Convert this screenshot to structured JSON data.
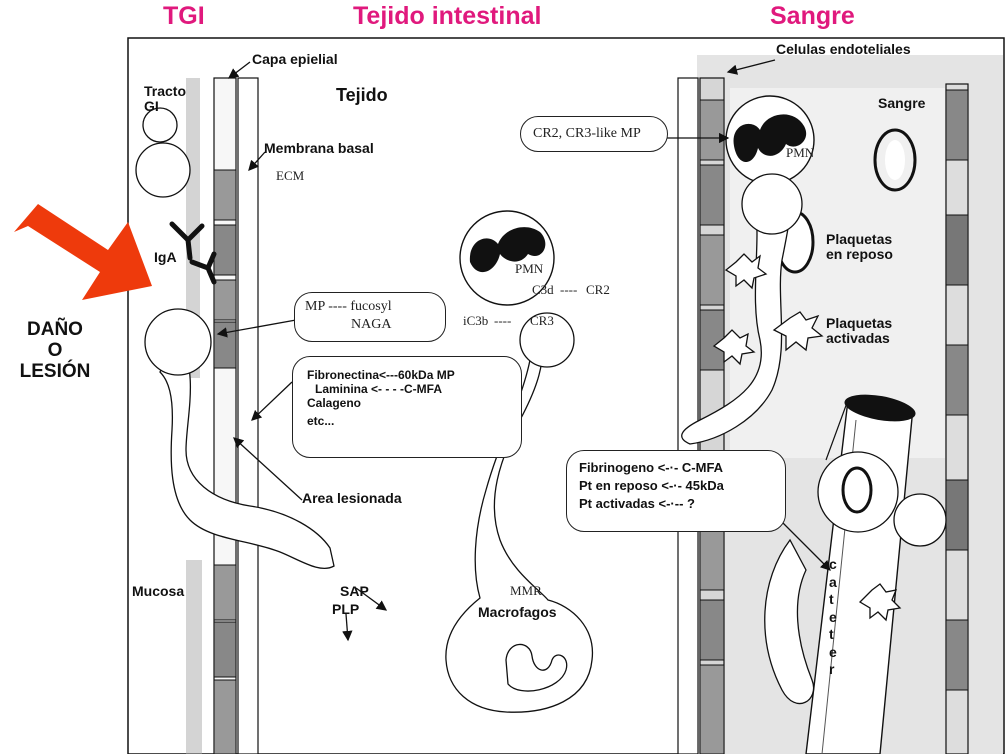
{
  "headers": {
    "tgi": "TGI",
    "tissue": "Tejido intestinal",
    "blood": "Sangre"
  },
  "left_labels": {
    "damage_line1": "DAÑO",
    "damage_line2": "O",
    "damage_line3": "LESIÓN"
  },
  "labels": {
    "epithelial_layer": "Capa epielial",
    "gi_tract_line1": "Tracto",
    "gi_tract_line2": "GI",
    "tissue": "Tejido",
    "basal_membrane": "Membrana basal",
    "ecm": "ECM",
    "iga": "IgA",
    "injured_area": "Area lesionada",
    "mucosa": "Mucosa",
    "sap": "SAP",
    "plp": "PLP",
    "endothelial_cells": "Celulas endoteliales",
    "blood": "Sangre",
    "pmn_blood": "PMN",
    "resting_platelets_line1": "Plaquetas",
    "resting_platelets_line2": "en reposo",
    "activated_platelets_line1": "Plaquetas",
    "activated_platelets_line2": "activadas",
    "pmn_tissue": "PMN",
    "c3d": "C3d",
    "cr2": "CR2",
    "ic3b": "iC3b",
    "cr3": "CR3",
    "mmr": "MMR",
    "macrophages": "Macrofagos",
    "catheter": [
      "c",
      "a",
      "t",
      "e",
      "t",
      "e",
      "r"
    ]
  },
  "boxes": {
    "cr2_cr3": "CR2, CR3-like MP",
    "mp_fucosyl_line1": "MP ---- fucosyl",
    "mp_fucosyl_line2": "NAGA",
    "matrix_line1": "Fibronectina<---60kDa MP",
    "matrix_line2": "Laminina <- - - -C-MFA",
    "matrix_line3": "Calageno",
    "matrix_line4": "etc...",
    "fibrinogen_line1": "Fibrinogeno <-·- C-MFA",
    "fibrinogen_line2": "Pt en reposo <-·- 45kDa",
    "fibrinogen_line3": "Pt activadas <-·-- ?"
  },
  "colors": {
    "header": "#e0197d",
    "arrow": "#ee3a0c",
    "blood_bg": "#e4e4e4"
  }
}
